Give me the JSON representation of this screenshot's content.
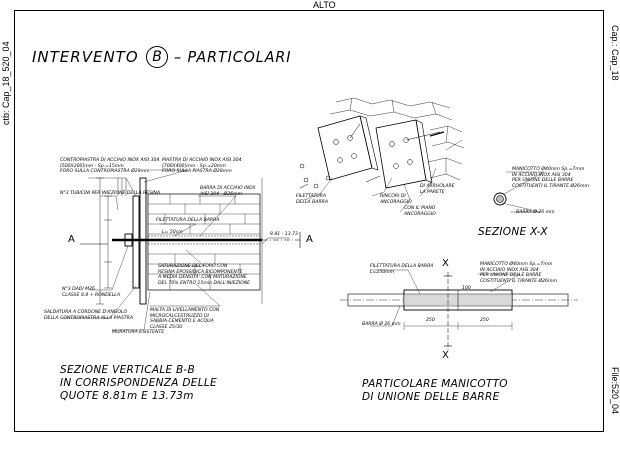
{
  "margins": {
    "top": "ALTO",
    "left": "ctb: Cap_18_520_04",
    "right_top": "Cap.: Cap_18",
    "right_bottom": "File:520_04"
  },
  "title": {
    "prefix": "INTERVENTO",
    "circled": "B",
    "suffix": "– PARTICOLARI"
  },
  "section_bb": {
    "notes": {
      "controplate": [
        "CONTROPIASTRA DI ACCIAIO INOX AISI 304",
        "[500X200]mm - Sp.=15mm",
        "FORO SULLA CONTROPIASTRA Ø28mm"
      ],
      "plate": [
        "PIASTRA DI ACCIAIO INOX AISI 304",
        "[700X400]mm - Sp.=20mm",
        "FORO SULLA PIASTRA Ø28mm"
      ],
      "tubes": "N°3 TUBICINI PER INIEZIONE DELLA RESINA",
      "bar": [
        "BARRA DI ACCIAIO INOX",
        "AISI 304 - Ø26mm"
      ],
      "thread": "FILETTATURA DELLA BARRA",
      "length": "L= 50cm",
      "saturation": [
        "SATURAZIONE DEL FORO CON",
        "RESINA EPOSSIDICA BICOMPONENTE",
        "A MEDIA DENSITA' CON MATURAZIONE",
        "DEL 70% ENTRO 15min DALL'INIEZIONE"
      ],
      "mortar": [
        "MALTA DI LIVELLAMENTO CON",
        "MICROCALCESTRUZZO DI",
        "SABBIA-CEMENTO E ACQUA",
        "CLASSE 25/30"
      ],
      "nuts": [
        "N°3 DADI M26",
        "CLASSE 8.8 + RONDELLA"
      ],
      "weld": [
        "SALDATURA A CORDONE D'ANGOLO",
        "DELLA CONTROPIASTRA ALLA PIASTRA"
      ],
      "masonry": "MURATURA ESISTENTE",
      "elevation": "8.81 - 13.73"
    },
    "marker": "A",
    "caption": [
      "SEZIONE VERTICALE B-B",
      "IN CORRISPONDENZA DELLE",
      "QUOTE 8.81m E 13.73m"
    ]
  },
  "section_xx": {
    "notes": [
      "MANICOTTO Ø40mm Sp.=7mm",
      "IN ACCIAIO INOX AISI 304",
      "PER UNIONE DELLE BARRE",
      "COSTITUENTI IL TIRANTE Ø26mm"
    ],
    "bar_label": "BARRA Ø 26 mm",
    "caption": "SEZIONE X-X"
  },
  "sketch": {
    "notes": [
      "FILETTATURA",
      "DELLA BARRA",
      "RINCORI DI",
      "ANCORAGGIO",
      "CON IL PIANO",
      "ANCORAGGIO",
      "DI ARRUOLARE",
      "LA PARETE"
    ]
  },
  "sleeve": {
    "notes_left": [
      "FILETTATURA DELLA BARRA",
      "L=250mm"
    ],
    "notes_right": [
      "MANICOTTO Ø40mm Sp.=7mm",
      "IN ACCIAIO INOX AISI 304",
      "PER UNIONE DELLE BARRE",
      "COSTITUENTI IL TIRANTE Ø26mm"
    ],
    "bar_label": "BARRA Ø 26 mm",
    "dims": [
      "250",
      "100",
      "250"
    ],
    "marker": "X",
    "caption": [
      "PARTICOLARE MANICOTTO",
      "DI UNIONE DELLE BARRE"
    ]
  }
}
